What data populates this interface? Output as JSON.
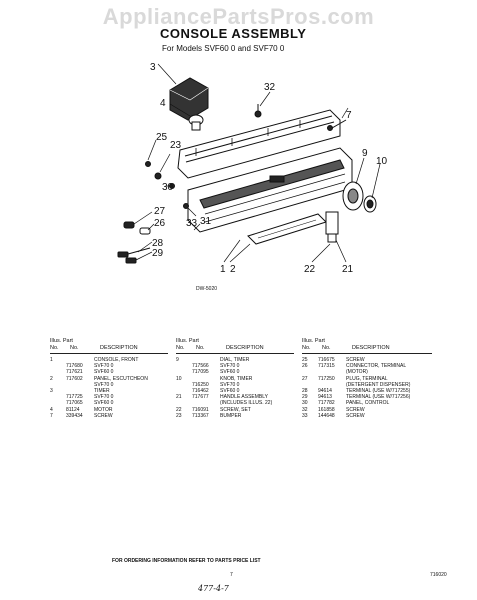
{
  "watermark": "AppliancePartsPros.com",
  "title": "CONSOLE ASSEMBLY",
  "subtitle": "For Models SVF60 0 and SVF70 0",
  "figure_code": "DW-5020",
  "callouts": {
    "c3": "3",
    "c4": "4",
    "c32": "32",
    "c7": "7",
    "c25": "25",
    "c23": "23",
    "c30": "30",
    "c9": "9",
    "c10": "10",
    "c27": "27",
    "c26": "26",
    "c33": "33",
    "c31": "31",
    "c28": "28",
    "c29": "29",
    "c1": "1",
    "c2": "2",
    "c22": "22",
    "c21": "21"
  },
  "table_header": {
    "illus_part": "Illus. Part",
    "no": "No.",
    "no2": "No.",
    "description": "DESCRIPTION"
  },
  "columns": [
    [
      [
        "1",
        "",
        "CONSOLE, FRONT"
      ],
      [
        "",
        "717680",
        "SVF70 0"
      ],
      [
        "",
        "717621",
        "SVF60 0"
      ],
      [
        "2",
        "717602",
        "PANEL, ESCUTCHEON"
      ],
      [
        "",
        "",
        "SVF70 0"
      ],
      [
        "3",
        "",
        "TIMER"
      ],
      [
        "",
        "717725",
        "SVF70 0"
      ],
      [
        "",
        "717065",
        "SVF60 0"
      ],
      [
        "4",
        "81124",
        "MOTOR"
      ],
      [
        "7",
        "339434",
        "SCREW"
      ]
    ],
    [
      [
        "9",
        "",
        "DIAL, TIMER"
      ],
      [
        "",
        "717566",
        "SVF70 0"
      ],
      [
        "",
        "717095",
        "SVF60 0"
      ],
      [
        "10",
        "",
        "KNOB, TIMER"
      ],
      [
        "",
        "716250",
        "SVF70 0"
      ],
      [
        "",
        "716462",
        "SVF60 0"
      ],
      [
        "21",
        "717677",
        "HANDLE ASSEMBLY"
      ],
      [
        "",
        "",
        "(INCLUDES ILLUS. 22)"
      ],
      [
        "22",
        "716091",
        "SCREW, SET"
      ],
      [
        "23",
        "713367",
        "BUMPER"
      ]
    ],
    [
      [
        "25",
        "716675",
        "SCREW"
      ],
      [
        "26",
        "717315",
        "CONNECTOR, TERMINAL"
      ],
      [
        "",
        "",
        "(MOTOR)"
      ],
      [
        "27",
        "717250",
        "PLUG, TERMINAL"
      ],
      [
        "",
        "",
        "(DETERGENT DISPENSER)"
      ],
      [
        "28",
        "94614",
        "TERMINAL (USE W/717255)"
      ],
      [
        "29",
        "94613",
        "TERMINAL (USE W/717256)"
      ],
      [
        "30",
        "717782",
        "PANEL, CONTROL"
      ],
      [
        "32",
        "161858",
        "SCREW"
      ],
      [
        "33",
        "144648",
        "SCREW"
      ]
    ]
  ],
  "footer": "FOR ORDERING INFORMATION REFER TO PARTS PRICE LIST",
  "page_number": "7",
  "doc_code": "716020",
  "hand_note": "477-4-7"
}
